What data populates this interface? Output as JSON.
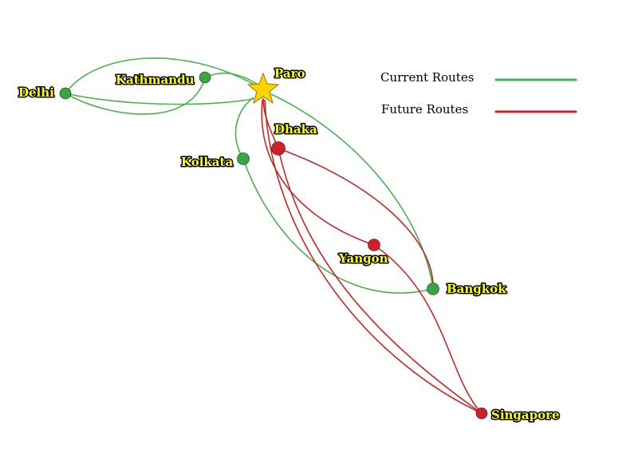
{
  "map": {
    "hub": {
      "id": "paro",
      "name": "Paro"
    },
    "cities": [
      {
        "id": "delhi",
        "name": "Delhi",
        "status": "current"
      },
      {
        "id": "kathmandu",
        "name": "Kathmandu",
        "status": "current"
      },
      {
        "id": "kolkata",
        "name": "Kolkata",
        "status": "current"
      },
      {
        "id": "bangkok",
        "name": "Bangkok",
        "status": "current"
      },
      {
        "id": "dhaka",
        "name": "Dhaka",
        "status": "future"
      },
      {
        "id": "yangon",
        "name": "Yangon",
        "status": "future"
      },
      {
        "id": "singapore",
        "name": "Singapore",
        "status": "future"
      }
    ],
    "routes": [
      {
        "from": "delhi",
        "to": "paro",
        "status": "current"
      },
      {
        "from": "delhi",
        "to": "kathmandu",
        "status": "current"
      },
      {
        "from": "kathmandu",
        "to": "paro",
        "status": "current"
      },
      {
        "from": "kolkata",
        "to": "paro",
        "status": "current"
      },
      {
        "from": "kolkata",
        "to": "bangkok",
        "status": "current"
      },
      {
        "from": "bangkok",
        "to": "paro",
        "status": "current"
      },
      {
        "from": "dhaka",
        "to": "paro",
        "status": "future"
      },
      {
        "from": "dhaka",
        "to": "bangkok",
        "status": "future"
      },
      {
        "from": "yangon",
        "to": "paro",
        "status": "future"
      },
      {
        "from": "yangon",
        "to": "singapore",
        "status": "future"
      },
      {
        "from": "singapore",
        "to": "paro",
        "status": "future"
      }
    ]
  },
  "legend": {
    "items": [
      {
        "label": "Current Routes",
        "color": "#4caf50"
      },
      {
        "label": "Future Routes",
        "color": "#c62828"
      }
    ]
  },
  "colors": {
    "current": "#4caf50",
    "future": "#c62828",
    "hub_star": "#ffd400",
    "label_fill": "#ffff00"
  }
}
